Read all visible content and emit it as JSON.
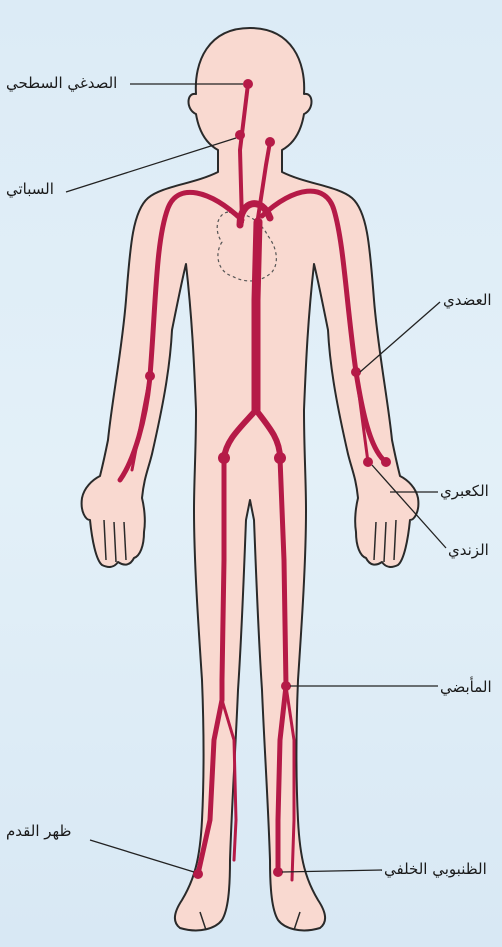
{
  "colors": {
    "background": "#dde9f3",
    "skin": "#f9d9d0",
    "outline": "#2a2a2a",
    "artery": "#b51a47",
    "leader": "#222222"
  },
  "labels": {
    "superficial_temporal": "الصدغي السطحي",
    "carotid": "السباتي",
    "brachial": "العضدي",
    "radial": "الكعبري",
    "ulnar": "الزندي",
    "popliteal": "المأبضي",
    "dorsalis_pedis": "ظهر القدم",
    "posterior_tibial": "الظنبوبي الخلفي"
  }
}
